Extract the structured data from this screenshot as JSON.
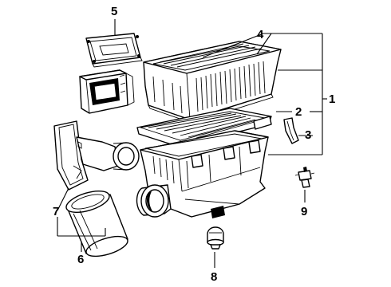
{
  "callouts": [
    {
      "label": "1",
      "part": "air-cleaner-assembly"
    },
    {
      "label": "2",
      "part": "air-filter-element"
    },
    {
      "label": "3",
      "part": "retaining-clip"
    },
    {
      "label": "4",
      "part": "air-cleaner-cover"
    },
    {
      "label": "5",
      "part": "gasket"
    },
    {
      "label": "6",
      "part": "intake-duct"
    },
    {
      "label": "7",
      "part": "intake-tube"
    },
    {
      "label": "8",
      "part": "grommet"
    },
    {
      "label": "9",
      "part": "sensor"
    }
  ]
}
